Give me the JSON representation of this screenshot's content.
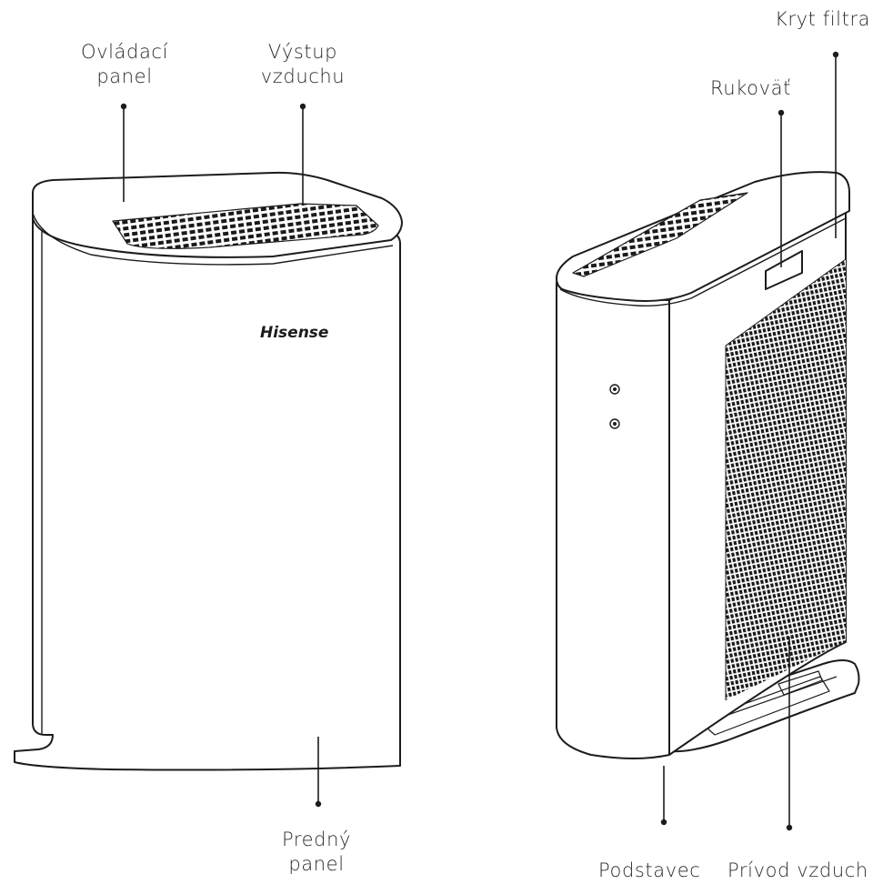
{
  "labels": {
    "control_panel": [
      "Ovládací",
      "panel"
    ],
    "air_outlet": [
      "Výstup",
      "vzduchu"
    ],
    "filter_cover": "Kryt filtra",
    "handle": "Rukoväť",
    "front_panel": [
      "Predný",
      "panel"
    ],
    "stand": "Podstavec",
    "air_inlet": "Prívod vzduch"
  },
  "brand": "Hisense",
  "colors": {
    "line": "#1c1c1c",
    "text": "#2b2b2b",
    "background": "#ffffff"
  }
}
